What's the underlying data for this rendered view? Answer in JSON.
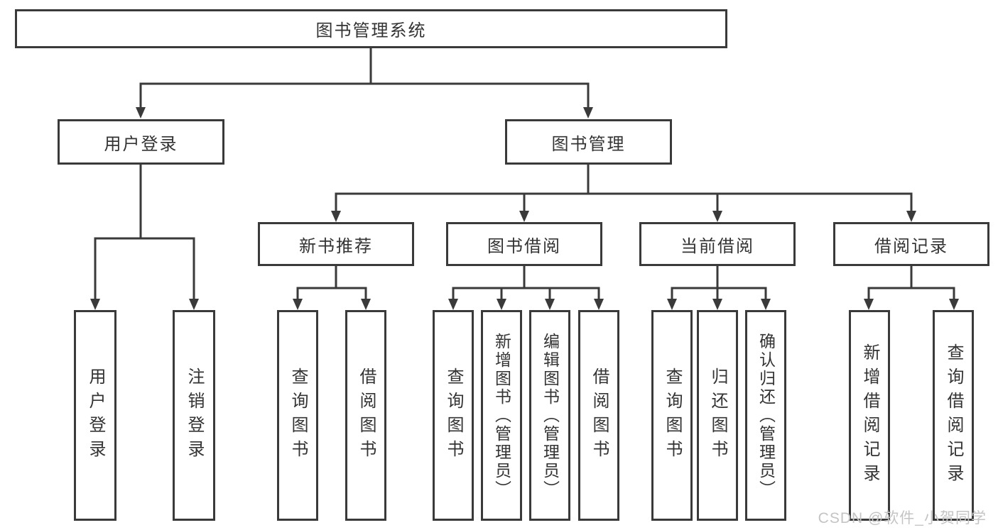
{
  "diagram": {
    "title": "图书管理系统",
    "level2": [
      {
        "label": "用户登录"
      },
      {
        "label": "图书管理"
      }
    ],
    "level3": [
      {
        "label": "新书推荐"
      },
      {
        "label": "图书借阅"
      },
      {
        "label": "当前借阅"
      },
      {
        "label": "借阅记录"
      }
    ],
    "groups": [
      {
        "parent": "用户登录",
        "children": [
          {
            "label": "用户登录"
          },
          {
            "label": "注销登录"
          }
        ]
      },
      {
        "parent": "新书推荐",
        "children": [
          {
            "label": "查询图书"
          },
          {
            "label": "借阅图书"
          }
        ]
      },
      {
        "parent": "图书借阅",
        "children": [
          {
            "label": "查询图书"
          },
          {
            "label": "新增图书（管理员）"
          },
          {
            "label": "编辑图书（管理员）"
          },
          {
            "label": "借阅图书"
          }
        ]
      },
      {
        "parent": "当前借阅",
        "children": [
          {
            "label": "查询图书"
          },
          {
            "label": "归还图书"
          },
          {
            "label": "确认归还（管理员）"
          }
        ]
      },
      {
        "parent": "借阅记录",
        "children": [
          {
            "label": "新增借阅记录"
          },
          {
            "label": "查询借阅记录"
          }
        ]
      }
    ]
  },
  "watermark": {
    "text": "CSDN @软件_小贺同学",
    "color": "#c4c4c4"
  },
  "colors": {
    "line": "#3a3a3a",
    "text": "#333333",
    "background": "#ffffff"
  }
}
